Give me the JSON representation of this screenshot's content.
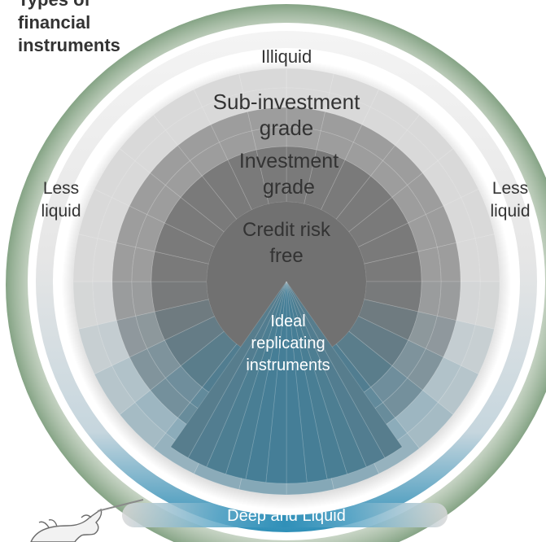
{
  "title_lines": [
    "Types of",
    "financial",
    "instruments"
  ],
  "labels": {
    "illiquid": "Illiquid",
    "less_liquid_left": [
      "Less",
      "liquid"
    ],
    "less_liquid_right": [
      "Less",
      "liquid"
    ],
    "sub_investment_grade": [
      "Sub-investment",
      "grade"
    ],
    "investment_grade": [
      "Investment",
      "grade"
    ],
    "credit_risk_free": [
      "Credit risk",
      "free"
    ],
    "ideal_replicating": [
      "Ideal",
      "replicating",
      "instruments"
    ],
    "deep_and_liquid": "Deep and Liquid"
  },
  "colors": {
    "halo_green": "#7f9f7f",
    "liquidity_accent": "#2e8fb8",
    "ring_sub_investment": "#d9d9d9",
    "ring_investment": "#9d9d9d",
    "core_credit_risk_free": "#7a7a7a",
    "replicating_blue": "#3f7f9a",
    "label_dark": "#333333",
    "label_light": "#ffffff"
  },
  "icons": {
    "mascot": "unicorn-icon"
  }
}
